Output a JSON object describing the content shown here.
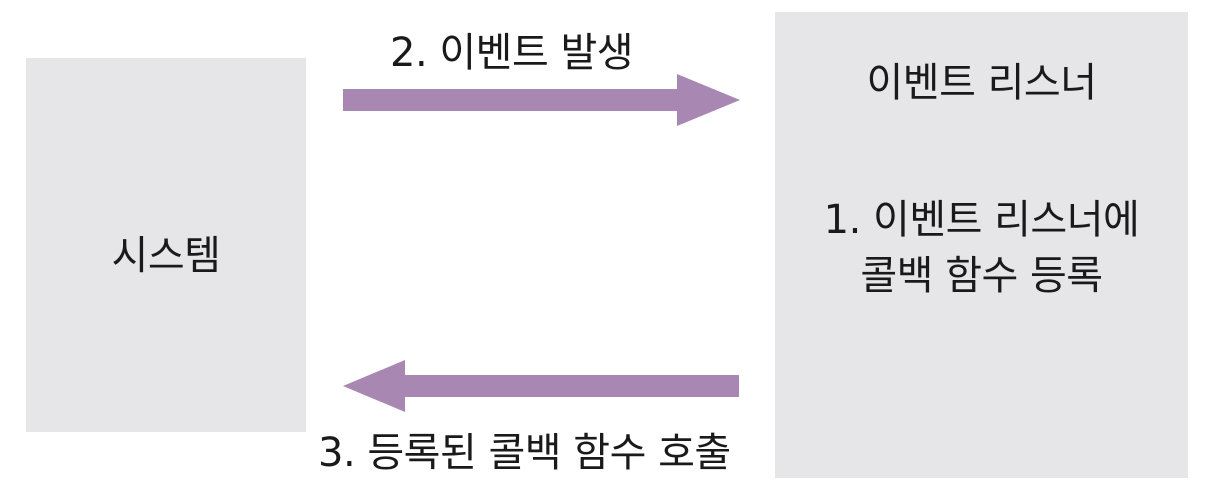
{
  "system": {
    "label": "시스템"
  },
  "listener": {
    "title": "이벤트 리스너",
    "step1_line1": "1. 이벤트 리스너에",
    "step1_line2": "콜백 함수 등록"
  },
  "arrows": {
    "step2": "2. 이벤트 발생",
    "step3": "3. 등록된 콜백 함수 호출",
    "color": "#a987b3"
  },
  "colors": {
    "box_fill": "#e6e6e8",
    "text": "#1a1a1a"
  }
}
